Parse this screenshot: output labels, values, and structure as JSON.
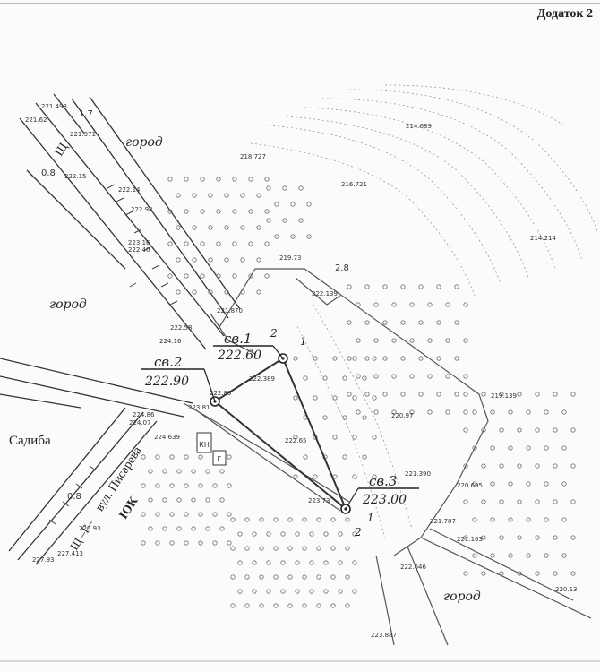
{
  "header": {
    "title": "Додаток 2"
  },
  "areas": {
    "garden_1": "город",
    "garden_2": "город",
    "garden_3": "город",
    "estate": "Садиба"
  },
  "street": {
    "name": "вул. Писарева",
    "prefix": "Щ –Г–",
    "prefix_top": "Щ",
    "code": "ЮК",
    "width_top": "1.7",
    "width_left": "0.8",
    "width_bottom": "0.8",
    "width_upper_right": "2.8"
  },
  "wells": {
    "w1": {
      "label": "св.1",
      "elev": "222.60"
    },
    "w2": {
      "label": "св.2",
      "elev": "222.90"
    },
    "w3": {
      "label": "св.3",
      "elev": "223.00"
    }
  },
  "markers": {
    "n2a": "2",
    "n1a": "1",
    "n2b": "2",
    "n1b": "1"
  },
  "buildings": {
    "kn": "КН",
    "g": "Г"
  },
  "elevations": {
    "e1": "221.493",
    "e2": "221.62",
    "e3": "221.371",
    "e4": "222.15",
    "e5": "222.14",
    "e6": "222.98",
    "e7": "223.16",
    "e8": "222.40",
    "e9": "222.58",
    "e10": "224.16",
    "e11": "221.870",
    "e12": "222.389",
    "e13": "222.89",
    "e14": "223.81",
    "e15": "224.86",
    "e16": "224.07",
    "e17": "224.639",
    "e18": "222.65",
    "e19": "223.73",
    "e20": "226.93",
    "e21": "227.93",
    "e22": "227.413",
    "e23": "214.689",
    "e24": "218.727",
    "e25": "216.721",
    "e26": "214.214",
    "e27": "219.73",
    "e28": "222.139",
    "e29": "219.139",
    "e30": "220.97",
    "e31": "221.390",
    "e32": "220.695",
    "e33": "221.787",
    "e34": "221.163",
    "e35": "222.646",
    "e36": "220.13",
    "e37": "223.887"
  }
}
